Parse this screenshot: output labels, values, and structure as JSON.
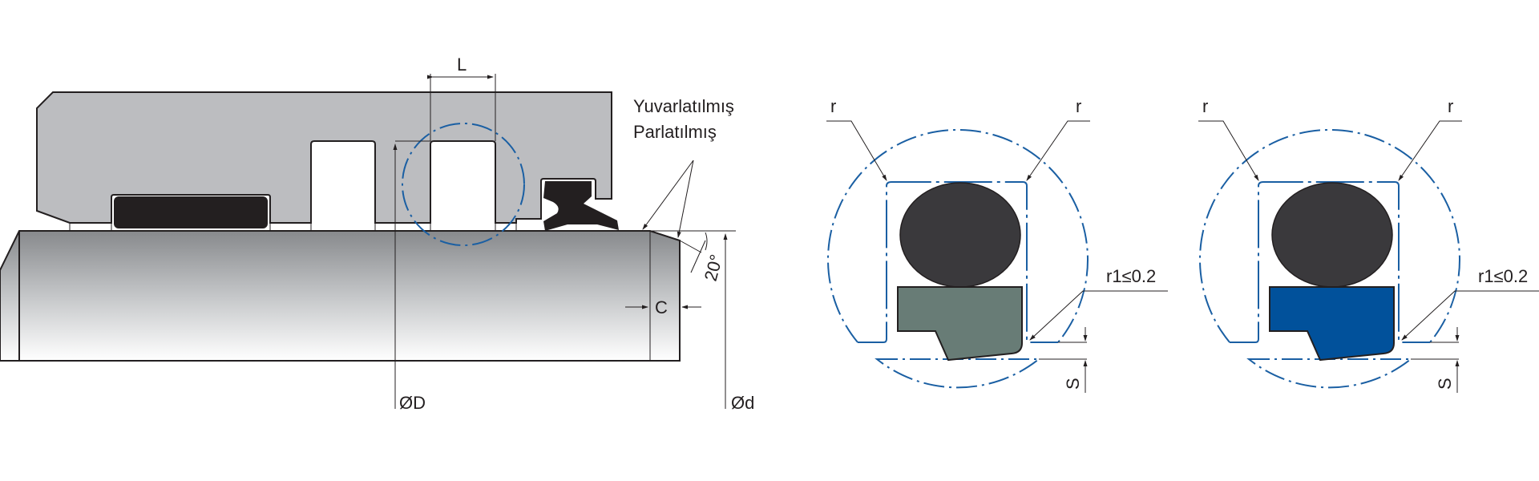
{
  "left_drawing": {
    "dim_L": "L",
    "dim_C": "C",
    "dim_D": "ØD",
    "dim_d": "Ød",
    "angle": "20°",
    "note_line1": "Yuvarlatılmış",
    "note_line2": "Parlatılmış"
  },
  "detail_green": {
    "radius_left": "r",
    "radius_right": "r",
    "r1": "r1≤0.2",
    "gap": "S",
    "slipper_color": "#687c76"
  },
  "detail_blue": {
    "radius_left": "r",
    "radius_right": "r",
    "r1": "r1≤0.2",
    "gap": "S",
    "slipper_color": "#01519b"
  },
  "colors": {
    "housing": "#bcbdc0",
    "seal_black": "#231f20",
    "oring": "#3a393c",
    "detail_circle": "#1a5fa3"
  }
}
